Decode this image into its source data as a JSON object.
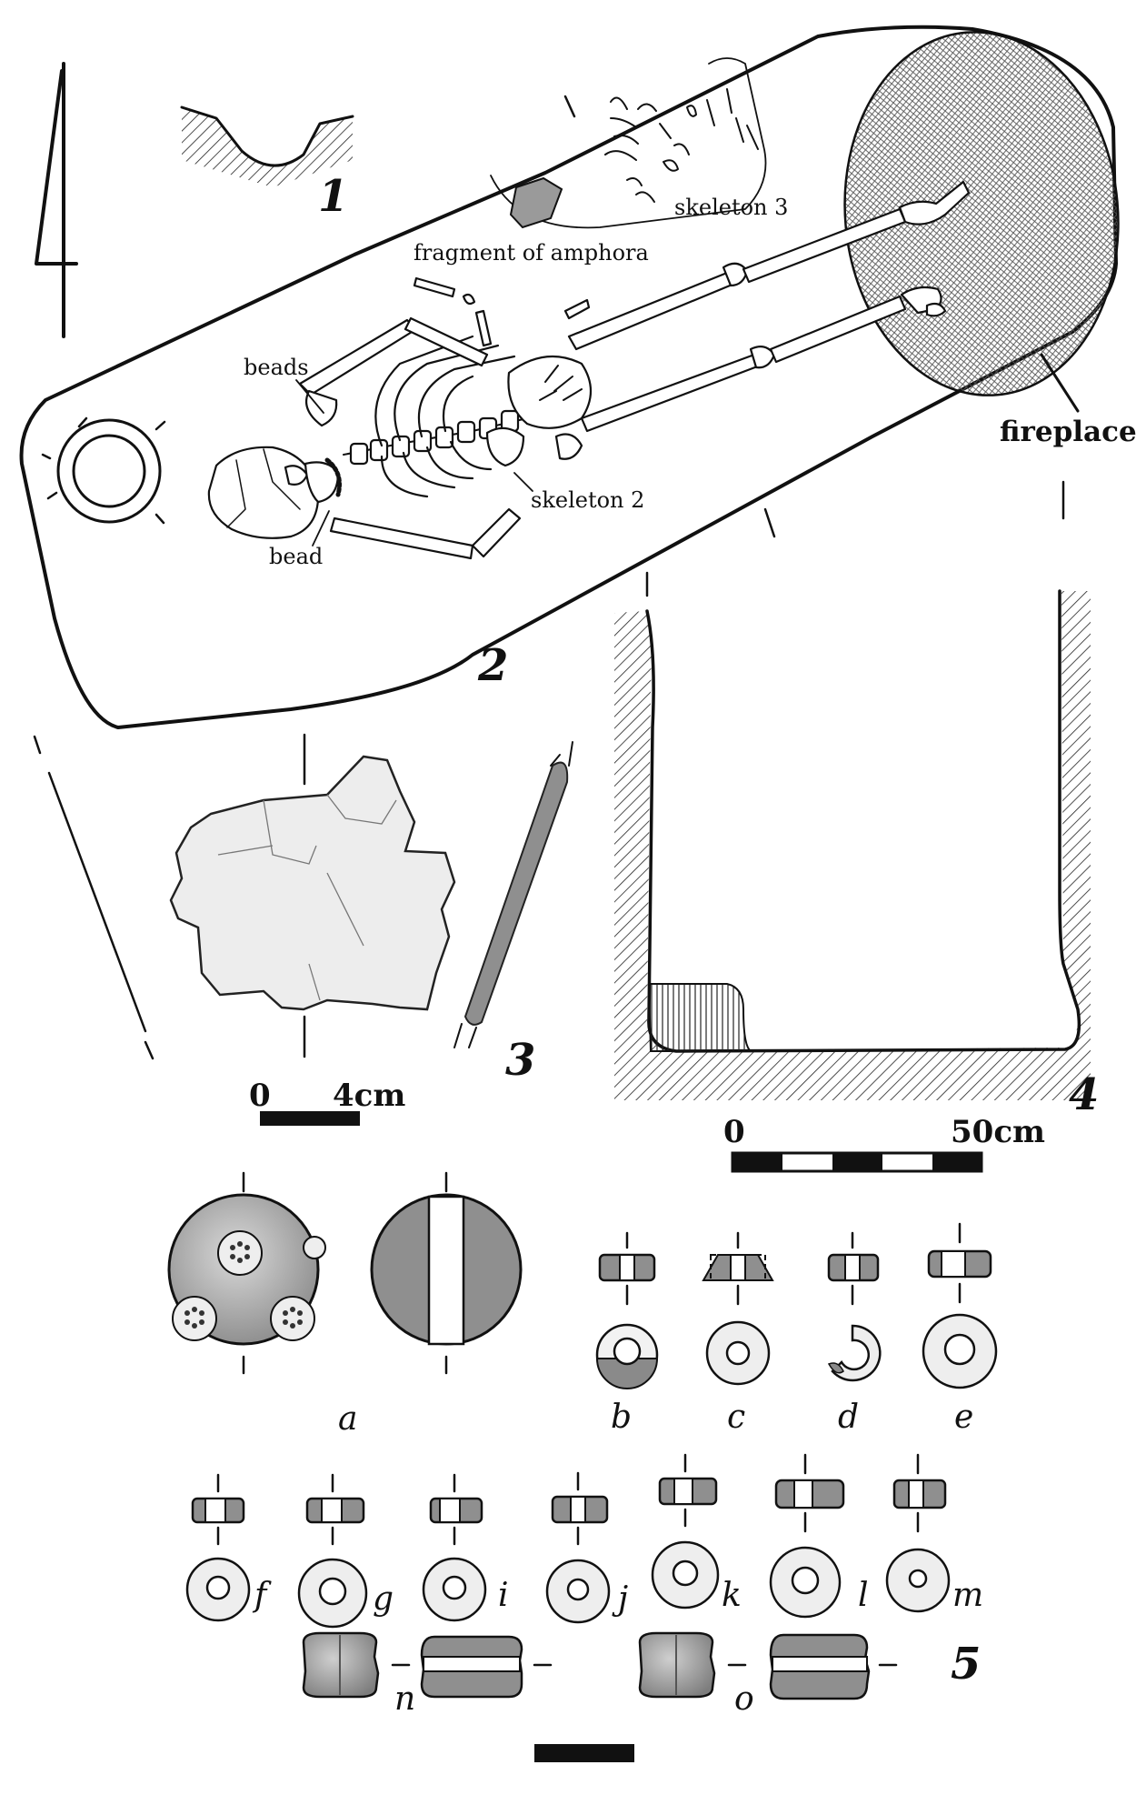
{
  "figure": {
    "panel_numbers": [
      "1",
      "2",
      "3",
      "4",
      "5"
    ],
    "labels": {
      "skeleton_3": "skeleton 3",
      "fragment": "fragment of amphora",
      "beads": "beads",
      "bead": "bead",
      "skeleton_2": "skeleton 2",
      "fireplace": "fireplace"
    },
    "scale_small": {
      "zero": "0",
      "end": "4cm"
    },
    "scale_large": {
      "zero": "0",
      "end": "50cm"
    },
    "bead_letters": [
      "a",
      "b",
      "c",
      "d",
      "e",
      "f",
      "g",
      "i",
      "j",
      "k",
      "l",
      "m",
      "n",
      "o"
    ]
  },
  "colors": {
    "ink": "#111111",
    "fill_grey": "#8f8f8f",
    "hatch": "#333333",
    "paper": "#ffffff"
  }
}
